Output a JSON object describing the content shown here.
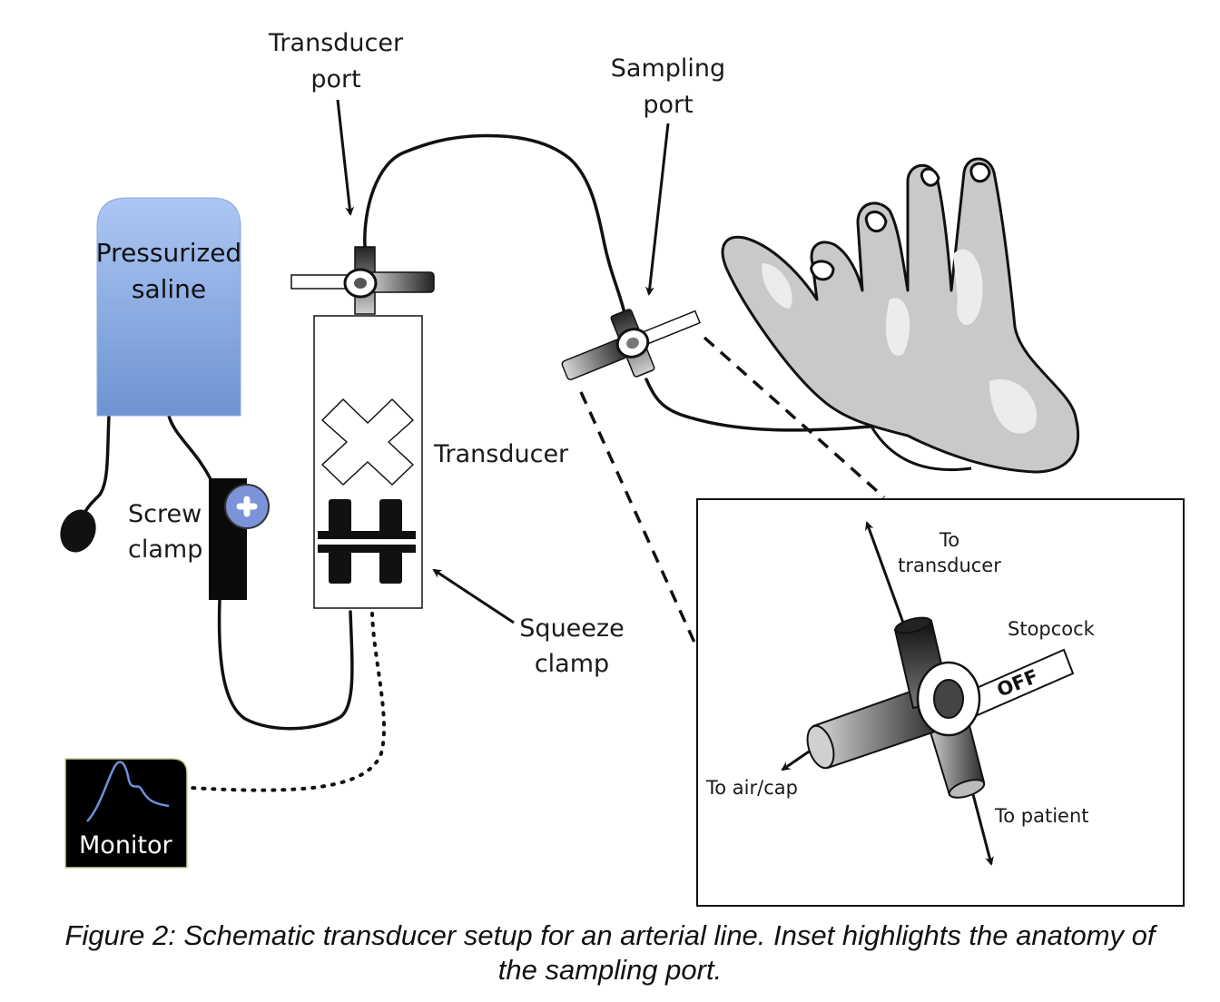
{
  "labels": {
    "transducer_port": [
      "Transducer",
      "port"
    ],
    "sampling_port": [
      "Sampling",
      "port"
    ],
    "pressurized_saline": [
      "Pressurized",
      "saline"
    ],
    "transducer": "Transducer",
    "screw_clamp": [
      "Screw",
      "clamp"
    ],
    "squeeze_clamp": [
      "Squeeze",
      "clamp"
    ],
    "monitor": "Monitor"
  },
  "inset": {
    "to_transducer": [
      "To",
      "transducer"
    ],
    "stopcock": "Stopcock",
    "off": "OFF",
    "to_air_cap": "To air/cap",
    "to_patient": "To patient"
  },
  "caption": {
    "line1": "Figure 2: Schematic transducer setup for an arterial line. Inset highlights the anatomy of",
    "line2": "the sampling port."
  },
  "colors": {
    "saline_top": "#a9c4f2",
    "saline_bottom": "#6f96d4",
    "monitor_bg": "#000000",
    "monitor_wave": "#6f8fd9",
    "screw_knob": "#7b93d8"
  }
}
